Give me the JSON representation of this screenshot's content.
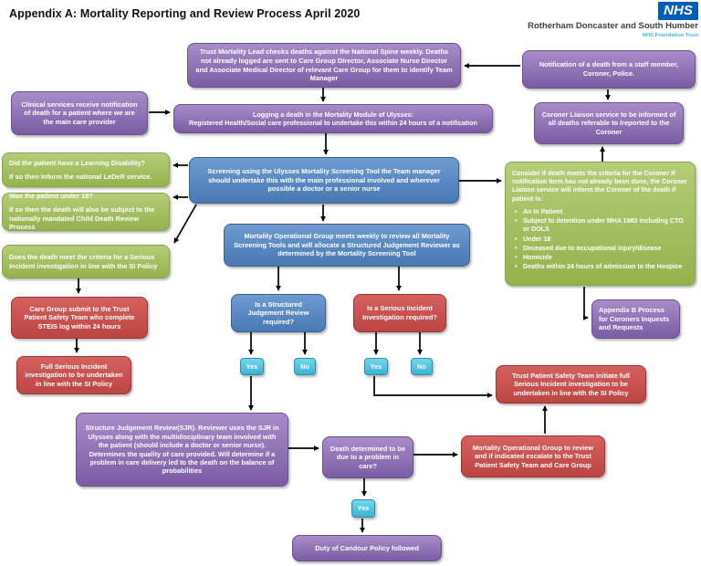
{
  "header": {
    "title": "Appendix A:  Mortality Reporting and Review Process April 2020",
    "logo": {
      "nhs": "NHS",
      "org_line1": "Rotherham Doncaster",
      "org_line2": "and South Humber",
      "trust": "NHS Foundation Trust"
    }
  },
  "colors": {
    "purple": "#7b5ca5",
    "blue": "#4779b4",
    "green": "#94b24c",
    "red": "#bc4542",
    "cyan": "#3cb3d2",
    "nhs_blue": "#005EB8",
    "nhs_light_blue": "#41B6E6"
  },
  "nodes": {
    "trust_mortality_lead": {
      "text": "Trust Mortality Lead checks deaths against the National Spine weekly. Deaths not already logged are sent to Care Group Director, Associate Nurse Director and Associate Medical Director of relevant Care Group for them to identify Team Manager"
    },
    "notification": {
      "text": "Notification of a death from a staff member, Coroner, Police."
    },
    "clinical_services": {
      "text": "Clinical services receive notification of death for a patient where we are the main care provider"
    },
    "logging": {
      "line1": "Logging a death in the Mortality Module of Ulysses:",
      "line2": "Registered Health/Social care professional to undertake this within 24 hours of a notification"
    },
    "coroner_liaison": {
      "text": "Coroner Liaison service to be informed of all deaths referable to /reported to the Coroner"
    },
    "learning_disability": {
      "line1": "Did the patient have a Learning Disability?",
      "line2": "If so then Inform the national LeDeR service."
    },
    "under_18": {
      "line1": "Was the patient under 18?",
      "line2": "If so then the death will also be subject to the nationally mandated Child Death Review Process"
    },
    "screening": {
      "text": "Screening using the Ulysses Mortality Screening Tool the Team manager should undertake this with the main professional involved and wherever possible a doctor or a senior nurse"
    },
    "consider_coroner": {
      "intro": "Consider if death meets the criteria for the Coroner If notification form has not already been done, the Coroner Liaison service will inform the Coroner of the death if patient is:",
      "bullets": [
        "An In Patient",
        "Subject to detention under MHA 1983 including CTO or DOLS",
        "Under 18",
        "Deceased due to occupational injury/disease",
        "Homicide",
        "Deaths within 24 hours of admission to the Hospice"
      ]
    },
    "mog_weekly": {
      "text": "Mortality Operational Group meets weekly to review all Mortality Screening Tools and will allocate a Structured Judgement Reviewer as determined by the Mortality Screening Tool"
    },
    "si_criteria": {
      "text": "Does the death meet the criteria for a Serious Incident investigation in line with the SI Policy"
    },
    "care_group_submit": {
      "text": "Care Group submit to the Trust Patient Safety Team who complete STEIS log within 24 hours"
    },
    "full_si": {
      "text": "Full Serious Incident investigation to be undertaken in line with the SI Policy"
    },
    "sjr_question": {
      "text": "Is a Structured Judgement Review required?"
    },
    "si_question": {
      "text": "Is a Serious Incident Investigation required?"
    },
    "appendix_b": {
      "text": "Appendix B Process for Coroners Inquests and Requests"
    },
    "tpst_initiate": {
      "text": "Trust Patient Safety Team initiate full Serious Incident investigation to be undertaken in line with the SI Policy"
    },
    "sjr_detail": {
      "text": "Structure Judgement Review(SJR). Reviewer uses the SJR in Ulysses along with the multidisciplinary team involved with the patient (should include a doctor or senior nurse). Determines the quality of care provided. Will determine if a problem in care delivery led to the death on the balance of probabilities"
    },
    "death_problem": {
      "text": "Death determined to be due to a problem in care?"
    },
    "mog_review": {
      "text": "Mortality Operational Group to review and if indicated escalate to the Trust Patient Safety Team and Care Group"
    },
    "duty_candour": {
      "text": "Duty of Candour Policy followed"
    },
    "labels": {
      "yes": "Yes",
      "no": "No"
    }
  }
}
